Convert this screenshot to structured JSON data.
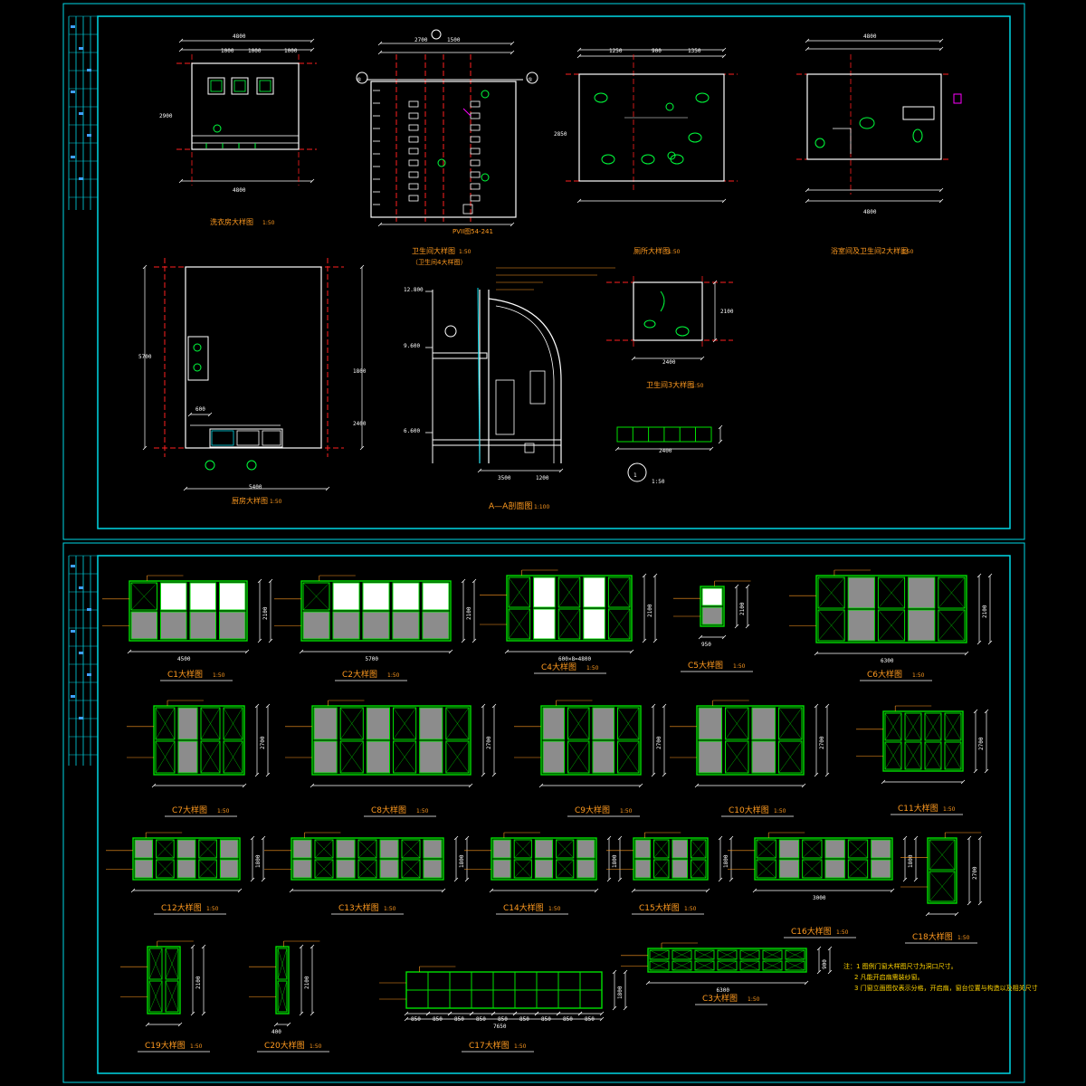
{
  "colors": {
    "background": "#000000",
    "frame": "#00d7e6",
    "wall": "#ffffff",
    "window": "#00e000",
    "axis": "#ff2020",
    "label": "#ff9a1f",
    "fill_grey": "#8c8c8c",
    "fill_white": "#ffffff",
    "fixture": "#00ff3c",
    "note": "#ffd400"
  },
  "upper_sheet": {
    "titles": {
      "laundry": "洗衣房大样图",
      "toilet_a": "卫生间大样图",
      "toilet_a_sub": "（卫生间4大样图）",
      "toilet_bottom_code": "PVII图54-241",
      "restroom": "厕所大样图",
      "bath_toilet2": "浴室间及卫生间2大样图",
      "kitchen": "厨房大样图",
      "section_aa": "A—A剖面图",
      "section_aa_scale": "1:100",
      "toilet3": "卫生间3大样图",
      "detail1_scale": "1:50"
    },
    "scale": "1:50",
    "detail_number": "1",
    "axis_markers": [
      "⑥",
      "⑤"
    ],
    "dims": {
      "laundry_top": "4800",
      "laundry_bottom": "4800",
      "laundry_segments": [
        "1000",
        "1000",
        "1000"
      ],
      "toilet_top": [
        "2700",
        "1500"
      ],
      "restroom_segments": [
        "1250",
        "900",
        "1350"
      ],
      "bath_top": "4800",
      "bath_bottom": "4800",
      "kitchen_bottom": "5400",
      "kitchen_side": [
        "5700",
        "2400",
        "1800"
      ],
      "section_bottom": [
        "3500",
        "1200"
      ],
      "toilet3_bottom": "2400",
      "toilet3_side": "2100",
      "detail1_bottom": "2400",
      "section_levels": [
        "12.800",
        "9.600",
        "6.600"
      ]
    }
  },
  "lower_sheet": {
    "windows": [
      {
        "name": "C1大样图",
        "scale": "1:50",
        "width_dim": "4500",
        "height_dim": "2100"
      },
      {
        "name": "C2大样图",
        "scale": "1:50",
        "width_dim": "5700",
        "height_dim": "2100"
      },
      {
        "name": "C4大样图",
        "scale": "1:50",
        "width_dim": "600×8=4800",
        "height_dim": "2100"
      },
      {
        "name": "C5大样图",
        "scale": "1:50",
        "width_dim": "950",
        "height_dim": "2100"
      },
      {
        "name": "C6大样图",
        "scale": "1:50",
        "width_dim": "6300",
        "height_dim": "2100"
      },
      {
        "name": "C7大样图",
        "scale": "1:50",
        "width_dim": "",
        "height_dim": "2700"
      },
      {
        "name": "C8大样图",
        "scale": "1:50",
        "width_dim": "",
        "height_dim": "2700"
      },
      {
        "name": "C9大样图",
        "scale": "1:50",
        "width_dim": "",
        "height_dim": "2700"
      },
      {
        "name": "C10大样图",
        "scale": "1:50",
        "width_dim": "",
        "height_dim": "2700"
      },
      {
        "name": "C11大样图",
        "scale": "1:50",
        "width_dim": "",
        "height_dim": "2700"
      },
      {
        "name": "C12大样图",
        "scale": "1:50",
        "width_dim": "",
        "height_dim": "1800"
      },
      {
        "name": "C13大样图",
        "scale": "1:50",
        "width_dim": "",
        "height_dim": "1800"
      },
      {
        "name": "C14大样图",
        "scale": "1:50",
        "width_dim": "",
        "height_dim": "1800"
      },
      {
        "name": "C15大样图",
        "scale": "1:50",
        "width_dim": "",
        "height_dim": "1800"
      },
      {
        "name": "C16大样图",
        "scale": "1:50",
        "width_dim": "3000",
        "height_dim": "1800"
      },
      {
        "name": "C18大样图",
        "scale": "1:50",
        "width_dim": "",
        "height_dim": "2700"
      },
      {
        "name": "C19大样图",
        "scale": "1:50",
        "width_dim": "",
        "height_dim": "2100"
      },
      {
        "name": "C20大样图",
        "scale": "1:50",
        "width_dim": "400",
        "height_dim": "2100"
      },
      {
        "name": "C17大样图",
        "scale": "1:50",
        "width_dim": "7650",
        "height_dim": "1800"
      },
      {
        "name": "C3大样图",
        "scale": "1:50",
        "width_dim": "6300",
        "height_dim": "900"
      }
    ],
    "c17_segments": [
      "850",
      "850",
      "850",
      "850",
      "850",
      "850",
      "850",
      "850",
      "850"
    ],
    "notes": [
      "注：1  图例门窗大样图尺寸为洞口尺寸。",
      "2  凡能开启扇需装纱窗。",
      "3  门窗立面图仅表示分格，开启扇，窗台位置与构造以及相关尺寸"
    ]
  }
}
